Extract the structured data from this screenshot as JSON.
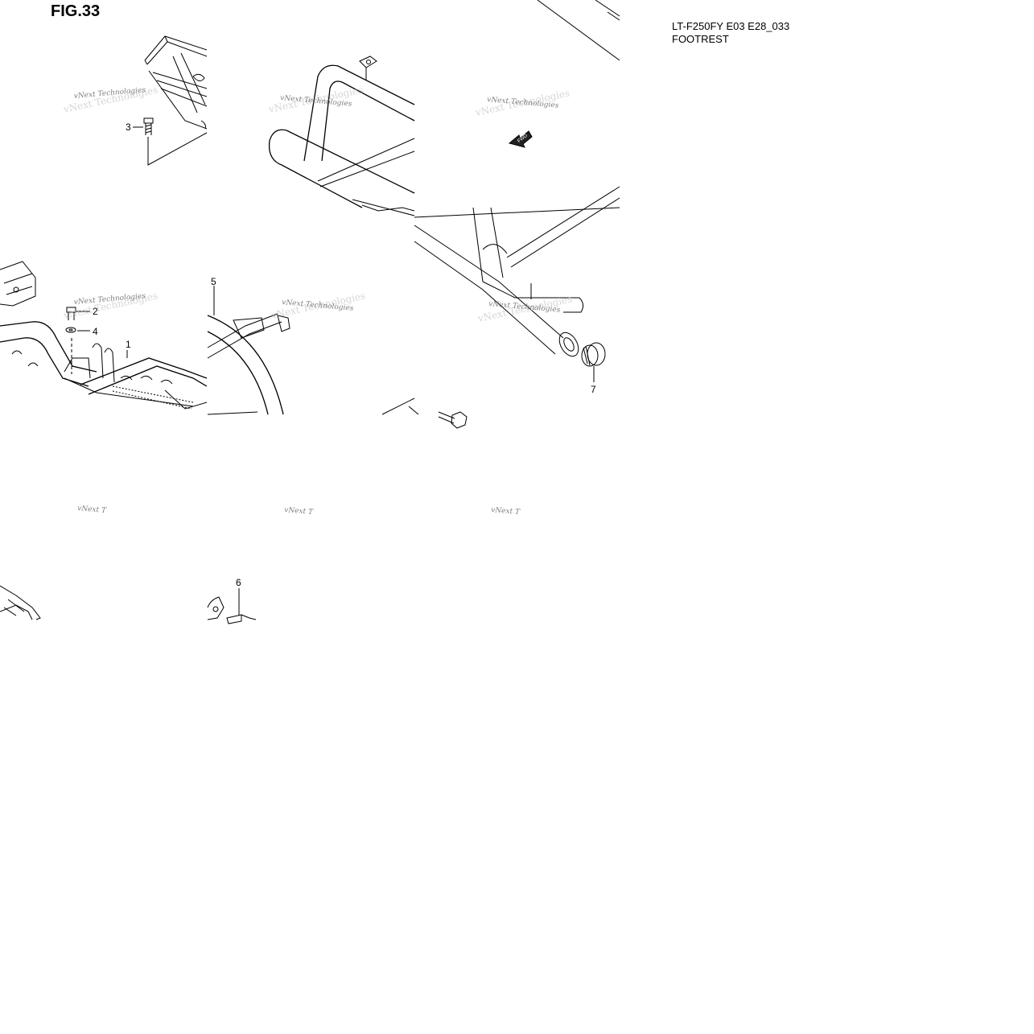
{
  "figure": {
    "title": "FIG.33"
  },
  "header": {
    "model_code": "LT-F250FY E03 E28_033",
    "section_name": "FOOTREST"
  },
  "callouts": [
    {
      "id": "callout-3",
      "label": "3"
    },
    {
      "id": "callout-2",
      "label": "2"
    },
    {
      "id": "callout-4",
      "label": "4"
    },
    {
      "id": "callout-1",
      "label": "1"
    },
    {
      "id": "callout-5",
      "label": "5"
    },
    {
      "id": "callout-7",
      "label": "7"
    },
    {
      "id": "callout-6",
      "label": "6"
    }
  ],
  "direction_arrow": {
    "label": "FWD"
  },
  "watermark": {
    "text": "vNext Technologies",
    "fragment": "vNext T"
  }
}
